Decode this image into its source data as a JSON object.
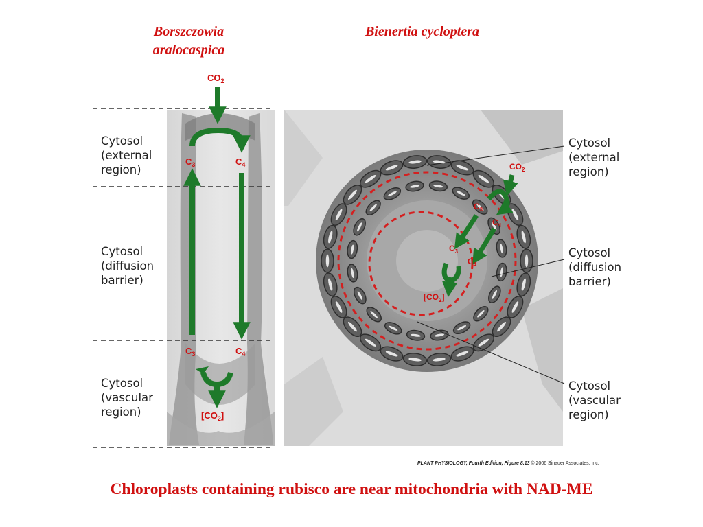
{
  "species": {
    "left": "Borszczowia aralocaspica",
    "right": "Bienertia cycloptera"
  },
  "left_labels": {
    "external": "Cytosol\n(external\nregion)",
    "diffusion": "Cytosol\n(diffusion\nbarrier)",
    "vascular": "Cytosol\n(vascular\nregion)"
  },
  "right_labels": {
    "external": "Cytosol\n(external\nregion)",
    "diffusion": "Cytosol\n(diffusion\nbarrier)",
    "vascular": "Cytosol\n(vascular\nregion)"
  },
  "molecules": {
    "co2": "CO",
    "co2_sub": "2",
    "c3": "C",
    "c3_sub": "3",
    "c4": "C",
    "c4_sub": "4",
    "co2_conc_open": "[CO",
    "co2_conc_sub": "2",
    "co2_conc_close": "]"
  },
  "credit": {
    "book": "PLANT PHYSIOLOGY, Fourth Edition,",
    "figure": " Figure 8.13",
    "copyright": "  © 2006 Sinauer Associates, Inc."
  },
  "caption": "Chloroplasts containing rubisco are near mitochondria with NAD-ME",
  "colors": {
    "arrow": "#1e7a2a",
    "label_red": "#d01010",
    "dash_circle": "#d42020"
  }
}
